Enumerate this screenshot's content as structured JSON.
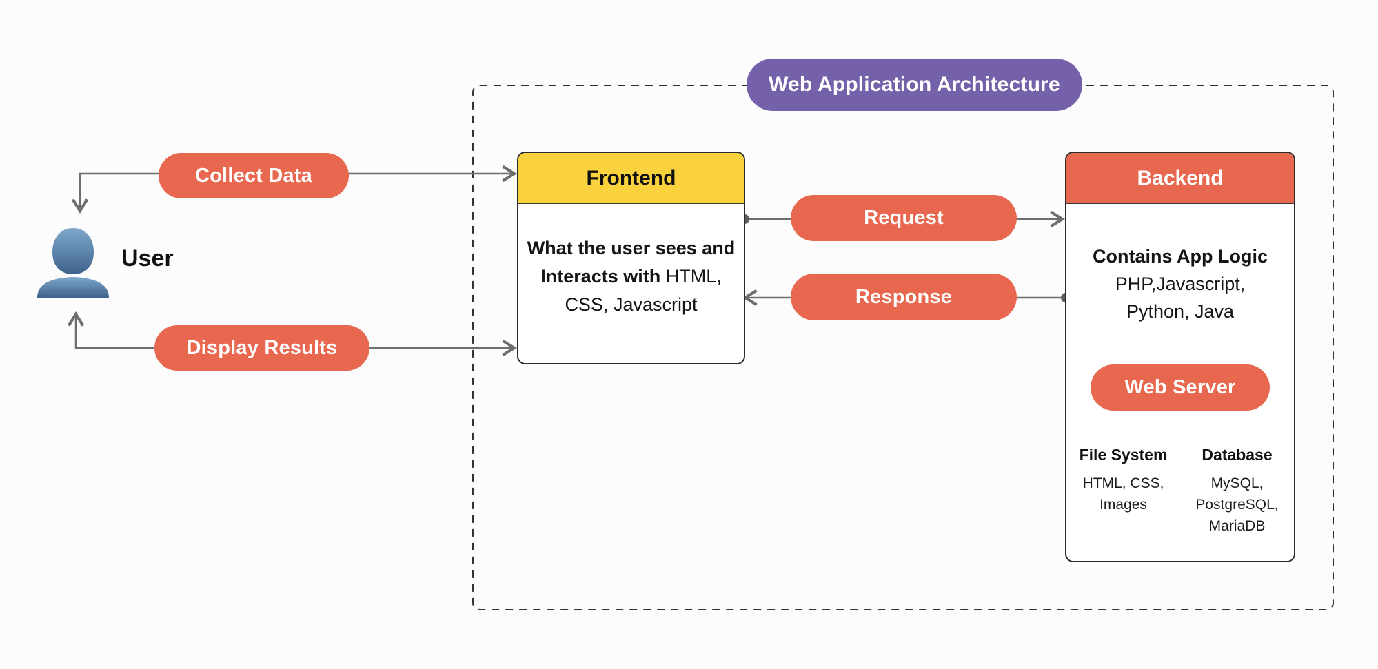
{
  "colors": {
    "accent_red": "#E8684F",
    "accent_yellow": "#FAD23E",
    "accent_purple": "#7561A9",
    "connector_gray": "#6E6E6E",
    "background": "#FCFCFC"
  },
  "title_pill": {
    "label": "Web Application Architecture"
  },
  "user": {
    "label": "User",
    "icon": "user-silhouette-icon"
  },
  "flows": {
    "collect_data": {
      "label": "Collect Data"
    },
    "display_results": {
      "label": "Display Results"
    },
    "request": {
      "label": "Request"
    },
    "response": {
      "label": "Response"
    }
  },
  "frontend": {
    "title": "Frontend",
    "body_line1_bold": "What the user sees and",
    "body_line2_bold": "Interacts with",
    "body_line2_regular": "HTML,",
    "body_line3_regular": "CSS, Javascript"
  },
  "backend": {
    "title": "Backend",
    "logic_title": "Contains App Logic",
    "logic_lines": [
      "PHP,Javascript,",
      "Python, Java"
    ],
    "web_server_label": "Web Server",
    "file_system": {
      "title": "File System",
      "lines": [
        "HTML, CSS,",
        "Images"
      ]
    },
    "database": {
      "title": "Database",
      "lines": [
        "MySQL,",
        "PostgreSQL,",
        "MariaDB"
      ]
    }
  }
}
